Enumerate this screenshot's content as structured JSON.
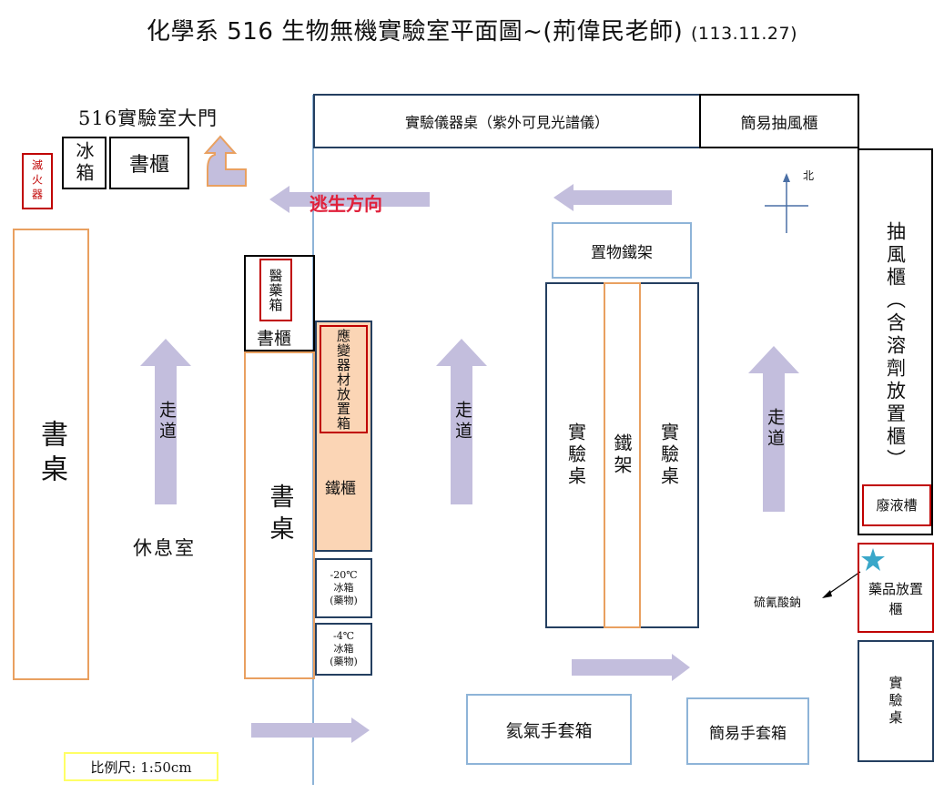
{
  "title": {
    "main": "化學系 516 生物無機實驗室平面圖~(荊偉民老師)",
    "date": "(113.11.27)"
  },
  "labels": {
    "door": "516實驗室大門",
    "extinguisher": "滅火器",
    "fridge": "冰箱",
    "bookcase_top": "書櫃",
    "escape": "逃生方向",
    "instrument_desk": "實驗儀器桌（紫外可見光譜儀）",
    "simple_hood": "簡易抽風櫃",
    "north": "北",
    "fume_hood": "抽風櫃（含溶劑放置櫃）",
    "waste_tank": "廢液槽",
    "chem_cabinet": "藥品放置櫃",
    "side_lab_desk": "實驗桌",
    "shelf": "置物鐵架",
    "lab_desk_left": "實驗桌",
    "iron_rack": "鐵架",
    "lab_desk_right": "實驗桌",
    "desk_left": "書桌",
    "lounge": "休息室",
    "aisle1": "走道",
    "aisle2": "走道",
    "aisle3": "走道",
    "medicine_box": "醫藥箱",
    "bookcase_mid": "書櫃",
    "desk_mid": "書桌",
    "emergency_box": "應變器材放置箱",
    "iron_cabinet": "鐵櫃",
    "freezer20_a": "-20℃",
    "freezer20_b": "冰箱",
    "freezer20_c": "(藥物)",
    "fridge4_a": "-4℃",
    "fridge4_b": "冰箱",
    "fridge4_c": "(藥物)",
    "argon_glovebox": "氦氣手套箱",
    "simple_glovebox": "簡易手套箱",
    "sodium_thiocyanate": "硫氰酸鈉",
    "scale": "比例尺: 1:50cm"
  },
  "colors": {
    "arrow": "#c3bedd",
    "door_arrow": "#e9a060",
    "escape_text": "#e0203a",
    "iron_cabinet": "#fbd5b5",
    "scale_border": "#ffff66",
    "star": "#3aa7c9"
  }
}
